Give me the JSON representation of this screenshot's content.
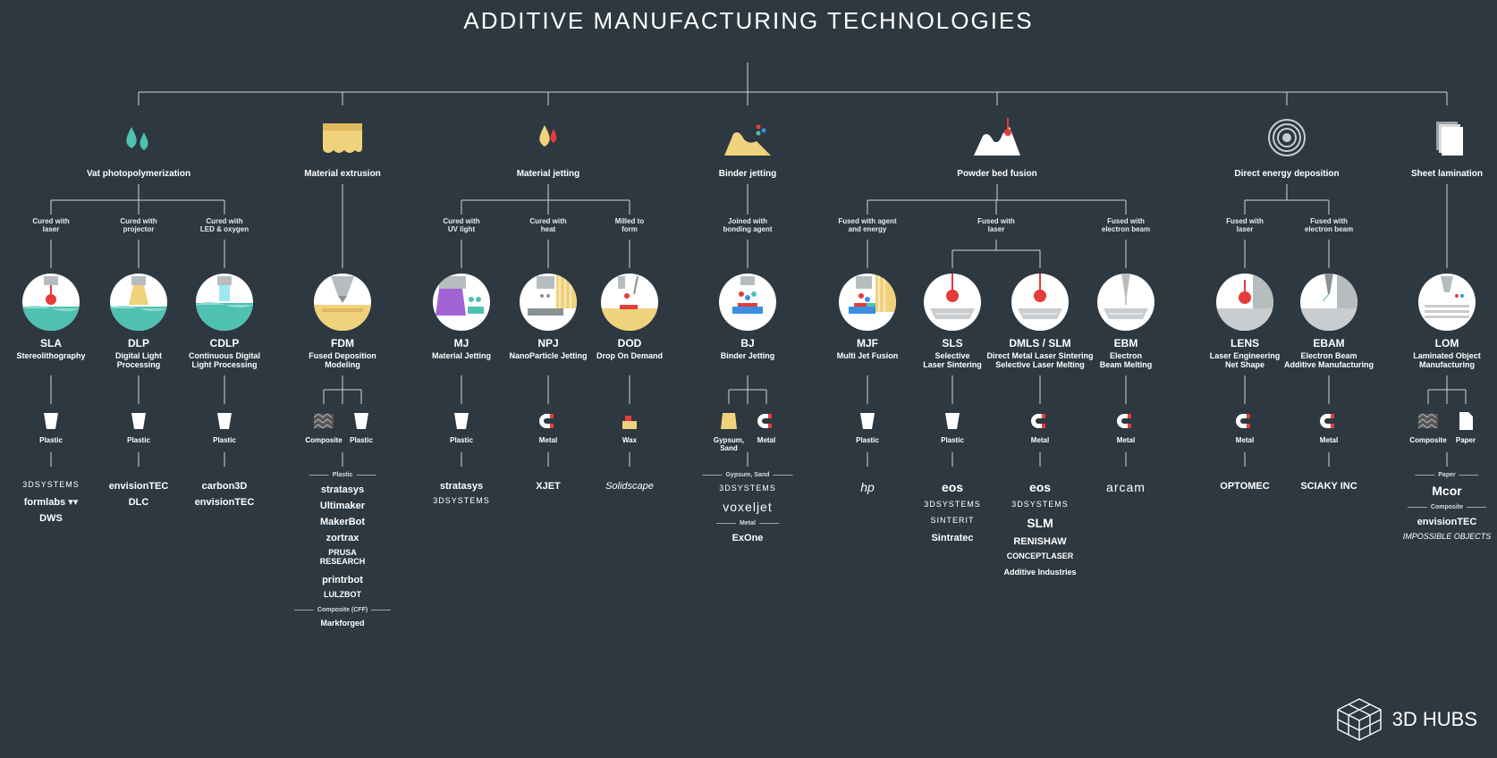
{
  "title": "ADDITIVE MANUFACTURING TECHNOLOGIES",
  "brand": "3D HUBS",
  "colors": {
    "background": "#2d3840",
    "line": "#cfd6da",
    "teal": "#4fc1b1",
    "yellow": "#f1d27c",
    "purple": "#a264d4",
    "red": "#e53b3b",
    "grey": "#c9cdd0"
  },
  "categories": [
    {
      "name": "Vat photopolymerization",
      "icon": "resin-drops-icon",
      "edges": [
        "Cured with\nlaser",
        "Cured with\nprojector",
        "Cured with\nLED & oxygen"
      ],
      "techs": [
        {
          "abbr": "SLA",
          "full": "Stereolithography",
          "illus": "sla",
          "materials": [
            {
              "label": "Plastic",
              "icon": "cup-icon"
            }
          ],
          "logos": [
            {
              "text": "3DSYSTEMS",
              "style": "small thin"
            },
            {
              "text": "formlabs ▾▾",
              "style": ""
            },
            {
              "text": "DWS",
              "style": ""
            }
          ]
        },
        {
          "abbr": "DLP",
          "full": "Digital Light\nProcessing",
          "illus": "dlp",
          "materials": [
            {
              "label": "Plastic",
              "icon": "cup-icon"
            }
          ],
          "logos": [
            {
              "text": "envisionTEC",
              "style": ""
            },
            {
              "text": "DLC",
              "style": ""
            }
          ]
        },
        {
          "abbr": "CDLP",
          "full": "Continuous Digital\nLight Processing",
          "illus": "cdlp",
          "materials": [
            {
              "label": "Plastic",
              "icon": "cup-icon"
            }
          ],
          "logos": [
            {
              "text": "carbon3D",
              "style": ""
            },
            {
              "text": "envisionTEC",
              "style": ""
            }
          ]
        }
      ]
    },
    {
      "name": "Material extrusion",
      "icon": "extruded-block-icon",
      "edges": [
        ""
      ],
      "techs": [
        {
          "abbr": "FDM",
          "full": "Fused Deposition\nModeling",
          "illus": "fdm",
          "materials": [
            {
              "label": "Composite",
              "icon": "composite-icon"
            },
            {
              "label": "Plastic",
              "icon": "cup-icon"
            }
          ],
          "logos": [
            {
              "sub": "Plastic"
            },
            {
              "text": "stratasys",
              "style": ""
            },
            {
              "text": "Ultimaker",
              "style": ""
            },
            {
              "text": "MakerBot",
              "style": ""
            },
            {
              "text": "zortrax",
              "style": ""
            },
            {
              "text": "PRUSA\nRESEARCH",
              "style": "small"
            },
            {
              "text": "printrbot",
              "style": ""
            },
            {
              "text": "LULZBOT",
              "style": "small"
            },
            {
              "sub": "Composite (CFF)"
            },
            {
              "text": "Markforged",
              "style": "small"
            }
          ]
        }
      ]
    },
    {
      "name": "Material jetting",
      "icon": "jetting-drops-icon",
      "edges": [
        "Cured with\nUV light",
        "Cured with\nheat",
        "Milled to\nform"
      ],
      "techs": [
        {
          "abbr": "MJ",
          "full": "Material Jetting",
          "illus": "mj",
          "materials": [
            {
              "label": "Plastic",
              "icon": "cup-icon"
            }
          ],
          "logos": [
            {
              "text": "stratasys",
              "style": ""
            },
            {
              "text": "3DSYSTEMS",
              "style": "small thin"
            }
          ]
        },
        {
          "abbr": "NPJ",
          "full": "NanoParticle Jetting",
          "illus": "npj",
          "materials": [
            {
              "label": "Metal",
              "icon": "magnet-icon"
            }
          ],
          "logos": [
            {
              "text": "XJET",
              "style": ""
            }
          ]
        },
        {
          "abbr": "DOD",
          "full": "Drop On Demand",
          "illus": "dod",
          "materials": [
            {
              "label": "Wax",
              "icon": "wax-icon"
            }
          ],
          "logos": [
            {
              "text": "Solidscape",
              "style": "italic"
            }
          ]
        }
      ]
    },
    {
      "name": "Binder jetting",
      "icon": "binder-sand-icon",
      "edges": [
        "Joined with\nbonding agent"
      ],
      "techs": [
        {
          "abbr": "BJ",
          "full": "Binder Jetting",
          "illus": "bj",
          "materials": [
            {
              "label": "Gypsum,\nSand",
              "icon": "sand-icon"
            },
            {
              "label": "Metal",
              "icon": "magnet-icon"
            }
          ],
          "logos": [
            {
              "sub": "Gypsum, Sand"
            },
            {
              "text": "3DSYSTEMS",
              "style": "small thin"
            },
            {
              "text": "voxeljet",
              "style": "big thin"
            },
            {
              "sub": "Metal"
            },
            {
              "text": "ExOne",
              "style": ""
            }
          ]
        }
      ]
    },
    {
      "name": "Powder bed fusion",
      "icon": "powder-laser-icon",
      "edges": [
        "Fused with agent\nand energy",
        "Fused with\nlaser",
        "Fused with\nelectron beam"
      ],
      "techs": [
        {
          "abbr": "MJF",
          "full": "Multi Jet Fusion",
          "illus": "mjf",
          "materials": [
            {
              "label": "Plastic",
              "icon": "cup-icon"
            }
          ],
          "logos": [
            {
              "text": "hp",
              "style": "big italic"
            }
          ]
        },
        {
          "abbr": "SLS",
          "full": "Selective\nLaser Sintering",
          "illus": "sls",
          "materials": [
            {
              "label": "Plastic",
              "icon": "cup-icon"
            }
          ],
          "logos": [
            {
              "text": "eos",
              "style": "big"
            },
            {
              "text": "3DSYSTEMS",
              "style": "small thin"
            },
            {
              "text": "SINTERIT",
              "style": "small thin"
            },
            {
              "text": "Sintratec",
              "style": ""
            }
          ]
        },
        {
          "abbr": "DMLS / SLM",
          "full": "Direct Metal Laser Sintering\nSelective Laser Melting",
          "illus": "dmls",
          "materials": [
            {
              "label": "Metal",
              "icon": "magnet-icon"
            }
          ],
          "logos": [
            {
              "text": "eos",
              "style": "big"
            },
            {
              "text": "3DSYSTEMS",
              "style": "small thin"
            },
            {
              "text": "SLM",
              "style": "big"
            },
            {
              "text": "RENISHAW",
              "style": ""
            },
            {
              "text": "CONCEPTLASER",
              "style": "small"
            },
            {
              "text": "Additive Industries",
              "style": "small"
            }
          ]
        },
        {
          "abbr": "EBM",
          "full": "Electron\nBeam Melting",
          "illus": "ebm",
          "materials": [
            {
              "label": "Metal",
              "icon": "magnet-icon"
            }
          ],
          "logos": [
            {
              "text": "arcam",
              "style": "big thin"
            }
          ]
        }
      ]
    },
    {
      "name": "Direct energy deposition",
      "icon": "wire-coil-icon",
      "edges": [
        "Fused with\nlaser",
        "Fused with\nelectron beam"
      ],
      "techs": [
        {
          "abbr": "LENS",
          "full": "Laser Engineering\nNet Shape",
          "illus": "lens",
          "materials": [
            {
              "label": "Metal",
              "icon": "magnet-icon"
            }
          ],
          "logos": [
            {
              "text": "OPTOMEC",
              "style": ""
            }
          ]
        },
        {
          "abbr": "EBAM",
          "full": "Electron Beam\nAdditive Manufacturing",
          "illus": "ebam",
          "materials": [
            {
              "label": "Metal",
              "icon": "magnet-icon"
            }
          ],
          "logos": [
            {
              "text": "SCIAKY INC",
              "style": ""
            }
          ]
        }
      ]
    },
    {
      "name": "Sheet lamination",
      "icon": "paper-sheets-icon",
      "edges": [
        ""
      ],
      "techs": [
        {
          "abbr": "LOM",
          "full": "Laminated Object\nManufacturing",
          "illus": "lom",
          "materials": [
            {
              "label": "Composite",
              "icon": "composite-icon"
            },
            {
              "label": "Paper",
              "icon": "paper-icon"
            }
          ],
          "logos": [
            {
              "sub": "Paper"
            },
            {
              "text": "Mcor",
              "style": "big"
            },
            {
              "sub": "Composite"
            },
            {
              "text": "envisionTEC",
              "style": ""
            },
            {
              "text": "IMPOSSIBLE OBJECTS",
              "style": "small italic"
            }
          ]
        }
      ]
    }
  ]
}
